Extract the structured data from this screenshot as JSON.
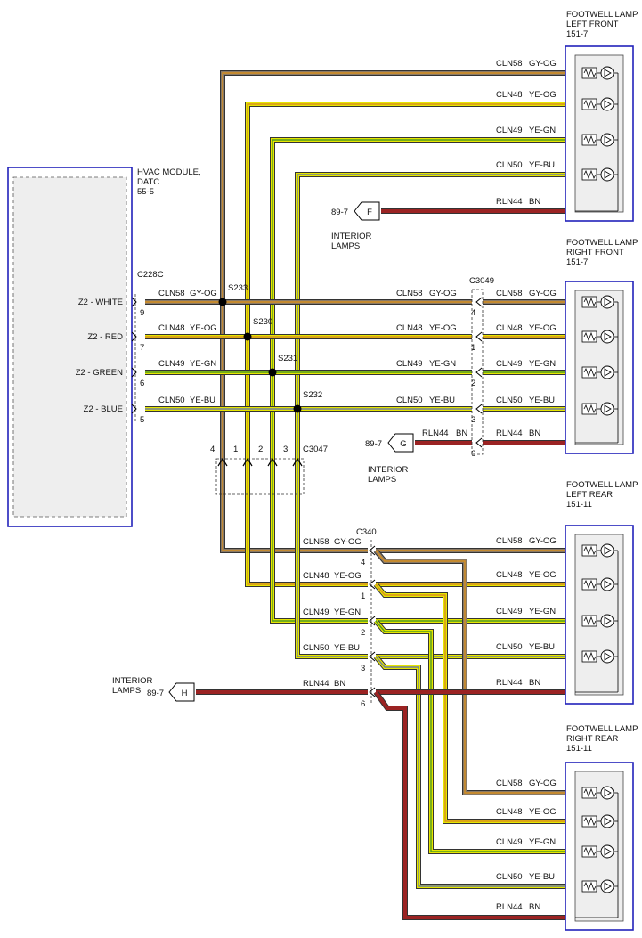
{
  "colors": {
    "GY-OG_base": "#8a7a66",
    "GY-OG_stripe": "#d8901f",
    "YE-OG_base": "#e6e600",
    "YE-OG_stripe": "#d8901f",
    "YE-GN_base": "#e6e600",
    "YE-GN_stripe": "#4f9a22",
    "YE-BU_base": "#e6e600",
    "YE-BU_stripe": "#6e7f9e",
    "BN_base": "#9b2323",
    "component_border": "#2222bb",
    "component_fill": "#eeeeee"
  },
  "hvac_module": {
    "name_line1": "HVAC MODULE,",
    "name_line2": "DATC",
    "ref": "55-5",
    "connector": "C228C",
    "pins": [
      {
        "label": "Z2 - WHITE",
        "pin": "9"
      },
      {
        "label": "Z2 - RED",
        "pin": "7"
      },
      {
        "label": "Z2 - GREEN",
        "pin": "6"
      },
      {
        "label": "Z2 - BLUE",
        "pin": "5"
      }
    ]
  },
  "circuits": [
    {
      "name": "CLN58",
      "color": "GY-OG"
    },
    {
      "name": "CLN48",
      "color": "YE-OG"
    },
    {
      "name": "CLN49",
      "color": "YE-GN"
    },
    {
      "name": "CLN50",
      "color": "YE-BU"
    }
  ],
  "ground_circuit": {
    "name": "RLN44",
    "color": "BN"
  },
  "splices": [
    "S233",
    "S230",
    "S231",
    "S232"
  ],
  "connectors": {
    "c3049": {
      "name": "C3049",
      "pins": [
        "4",
        "1",
        "2",
        "3",
        "6"
      ]
    },
    "c3047": {
      "name": "C3047",
      "pins": [
        "4",
        "1",
        "2",
        "3"
      ]
    },
    "c340": {
      "name": "C340",
      "pins": [
        "4",
        "1",
        "2",
        "3",
        "6"
      ]
    }
  },
  "lamps": {
    "left_front": {
      "line1": "FOOTWELL LAMP,",
      "line2": "LEFT FRONT",
      "ref": "151-7"
    },
    "right_front": {
      "line1": "FOOTWELL LAMP,",
      "line2": "RIGHT FRONT",
      "ref": "151-7"
    },
    "left_rear": {
      "line1": "FOOTWELL LAMP,",
      "line2": "LEFT REAR",
      "ref": "151-11"
    },
    "right_rear": {
      "line1": "FOOTWELL LAMP,",
      "line2": "RIGHT REAR",
      "ref": "151-11"
    }
  },
  "interior_lamps": {
    "label_line1": "INTERIOR",
    "label_line2": "LAMPS",
    "ref": "89-7",
    "f": "F",
    "g": "G",
    "h": "H"
  }
}
